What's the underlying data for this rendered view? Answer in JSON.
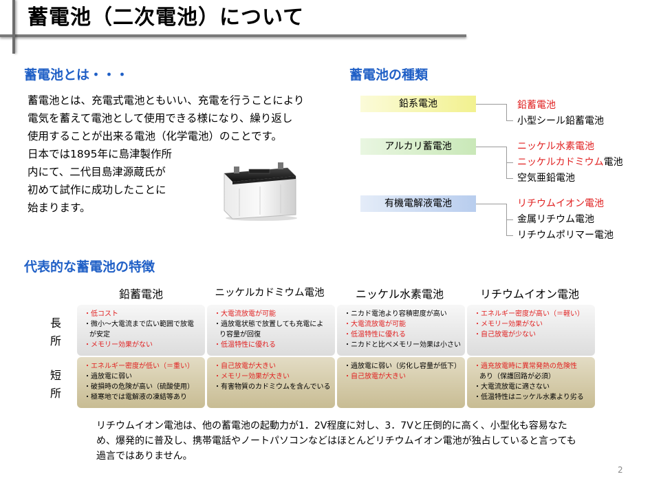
{
  "title": "蓄電池（二次電池）について",
  "intro": {
    "heading": "蓄電池とは・・・",
    "lines": [
      "蓄電池とは、充電式電池ともいい、充電を行うことにより",
      "電気を蓄えて電池として使用できる様になり、繰り返し",
      "使用することが出来る電池（化学電池）のことです。",
      "日本では1895年に島津製作所",
      "内にて、二代目島津源蔵氏が",
      "初めて試作に成功したことに",
      "始まります。"
    ]
  },
  "types": {
    "heading": "蓄電池の種類",
    "groups": [
      {
        "label": "鉛系電池",
        "items": [
          {
            "text": "鉛蓄電池"
          },
          {
            "text": "小型シール鉛蓄電池"
          }
        ]
      },
      {
        "label": "アルカリ蓄電池",
        "items": [
          {
            "text": "ニッケル水素電池"
          },
          {
            "red": "ニッケルカドミウム",
            "text": "電池"
          },
          {
            "text": "空気亜鉛電池"
          }
        ]
      },
      {
        "label": "有機電解液電池",
        "items": [
          {
            "text": "リチウムイオン電池"
          },
          {
            "text": "金属リチウム電池"
          },
          {
            "text": "リチウムポリマー電池"
          }
        ]
      }
    ]
  },
  "features": {
    "heading": "代表的な蓄電池の特徴",
    "columns": [
      "鉛蓄電池",
      "ニッケルカドミウム電池",
      "ニッケル水素電池",
      "リチウムイオン電池"
    ],
    "row_labels": {
      "pro": [
        "長",
        "所"
      ],
      "con": [
        "短",
        "所"
      ]
    },
    "pros": [
      [
        {
          "t": "・低コスト",
          "red": true
        },
        {
          "t": "・微小～大電流まで広い範囲で放電"
        },
        {
          "t": "が安定",
          "indent": true
        },
        {
          "t": "・メモリー効果がない",
          "red": true
        }
      ],
      [
        {
          "t": "・大電流放電が可能",
          "red": true
        },
        {
          "t": "・過放電状態で放置しても充電によ"
        },
        {
          "t": "り容量が回復",
          "indent": true
        },
        {
          "t": "・低温特性に優れる",
          "red": true
        }
      ],
      [
        {
          "t": "・ニカド電池より容積密度が高い"
        },
        {
          "t": "・大電流放電が可能",
          "red": true
        },
        {
          "t": "・低温特性に優れる",
          "red": true
        },
        {
          "t": "・ニカドと比べメモリー効果は小さい"
        }
      ],
      [
        {
          "t": "・エネルギー密度が高い（＝軽い）",
          "red": true
        },
        {
          "t": "・メモリー効果がない",
          "red": true
        },
        {
          "t": "・自己放電が少ない",
          "red": true
        }
      ]
    ],
    "cons": [
      [
        {
          "t": "・エネルギー密度が低い（＝重い）",
          "red": true
        },
        {
          "t": "・過放電に弱い"
        },
        {
          "t": "・破損時の危険が高い（硫酸使用）"
        },
        {
          "t": "・極寒地では電解液の凍結等あり"
        }
      ],
      [
        {
          "t": "・自己放電が大きい",
          "red": true
        },
        {
          "t": "・メモリー効果が大きい",
          "red": true
        },
        {
          "t": "・有害物質のカドミウムを含んでいる"
        }
      ],
      [
        {
          "t": "・過放電に弱い（劣化し容量が低下）"
        },
        {
          "t": "・自己放電が大きい",
          "red": true
        }
      ],
      [
        {
          "t": "・過充放電時に異常発熱の危険性",
          "red": true
        },
        {
          "t": "あり（保護回路が必須）",
          "indent": true
        },
        {
          "t": "・大電流放電に適さない"
        },
        {
          "t": "・低温特性はニッケル水素より劣る"
        }
      ]
    ]
  },
  "summary": "リチウムイオン電池は、他の蓄電池の起動力が1．2V程度に対し、3．7Vと圧倒的に高く、小型化も容易なため、爆発的に普及し、携帯電話やノートパソコンなどはほとんどリチウムイオン電池が独占していると言っても過言ではありません。",
  "page_number": "2",
  "colors": {
    "heading": "#1f5fc6",
    "highlight": "#e02020"
  }
}
